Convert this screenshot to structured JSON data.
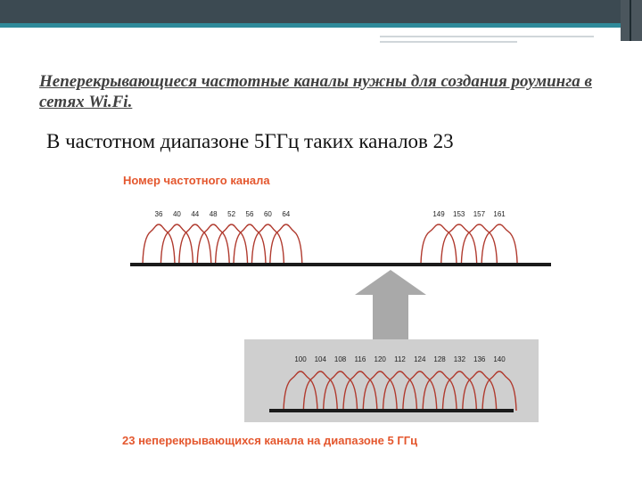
{
  "slide": {
    "subtitle": "Неперекрывающиеся частотные каналы нужны для создания роуминга в сетях Wi.Fi.",
    "main_text": "В частотном диапазоне 5ГГц таких каналов 23"
  },
  "diagram": {
    "header": "Номер частотного канала",
    "footer": "23 неперекрывающихся канала на диапазоне 5 ГГц",
    "top_left_channels": [
      "36",
      "40",
      "44",
      "48",
      "52",
      "56",
      "60",
      "64"
    ],
    "top_right_channels": [
      "149",
      "153",
      "157",
      "161"
    ],
    "bottom_channels": [
      "100",
      "104",
      "108",
      "116",
      "120",
      "112",
      "124",
      "128",
      "132",
      "136",
      "140"
    ],
    "colors": {
      "accent": "#e4572e",
      "curve": "#b03a2e",
      "axis": "#1a1a1a",
      "panel": "#cfcfcf",
      "arrow": "#a9a9a9"
    }
  }
}
